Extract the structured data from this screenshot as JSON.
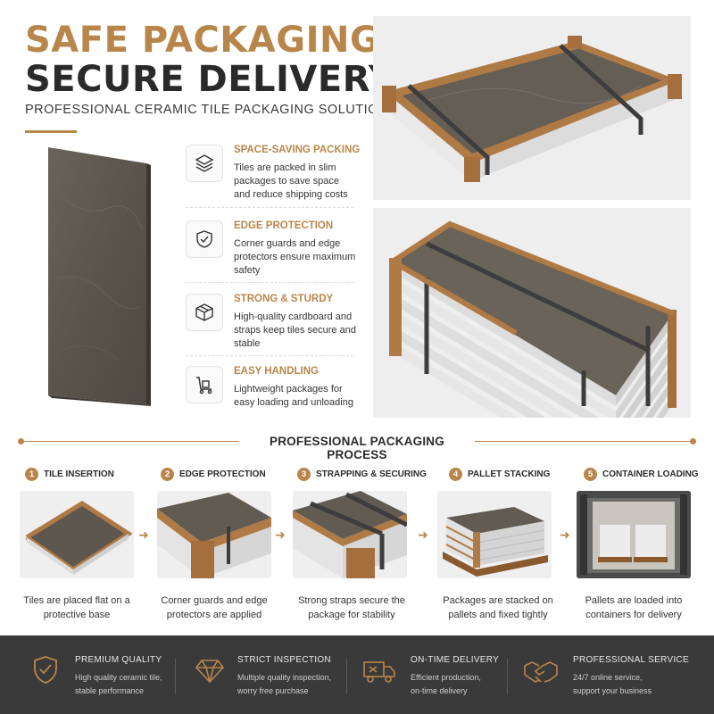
{
  "hero": {
    "title_line1": "SAFE PACKAGING",
    "title_line2": "SECURE DELIVERY",
    "subtitle": "PROFESSIONAL CERAMIC TILE PACKAGING SOLUTIONS"
  },
  "features": [
    {
      "icon": "layers-icon",
      "title": "SPACE-SAVING PACKING",
      "text": "Tiles are packed in slim packages to save space and reduce shipping costs"
    },
    {
      "icon": "shield-check-icon",
      "title": "EDGE PROTECTION",
      "text": "Corner guards and edge protectors ensure maximum safety"
    },
    {
      "icon": "box-icon",
      "title": "STRONG & STURDY",
      "text": "High-quality cardboard and straps keep tiles secure and stable"
    },
    {
      "icon": "hand-truck-icon",
      "title": "EASY HANDLING",
      "text": "Lightweight packages for easy loading and unloading"
    }
  ],
  "process": {
    "title": "PROFESSIONAL PACKAGING PROCESS",
    "steps": [
      {
        "num": "1",
        "label": "TILE INSERTION",
        "text": "Tiles are placed flat on a protective base"
      },
      {
        "num": "2",
        "label": "EDGE PROTECTION",
        "text": "Corner guards and edge protectors are applied"
      },
      {
        "num": "3",
        "label": "STRAPPING & SECURING",
        "text": "Strong straps secure the package for stability"
      },
      {
        "num": "4",
        "label": "PALLET STACKING",
        "text": "Packages are stacked on pallets and fixed tightly"
      },
      {
        "num": "5",
        "label": "CONTAINER LOADING",
        "text": "Pallets are loaded into containers for delivery"
      }
    ]
  },
  "footer": [
    {
      "icon": "shield-check-icon",
      "title": "PREMIUM QUALITY",
      "line1": "High quality ceramic tile,",
      "line2": "stable performance"
    },
    {
      "icon": "diamond-icon",
      "title": "STRICT INSPECTION",
      "line1": "Multiple quality inspection,",
      "line2": "worry free purchase"
    },
    {
      "icon": "delivery-truck-icon",
      "title": "ON-TIME DELIVERY",
      "line1": "Efficient production,",
      "line2": "on-time delivery"
    },
    {
      "icon": "handshake-icon",
      "title": "PROFESSIONAL SERVICE",
      "line1": "24/7 online service,",
      "line2": "support your business"
    }
  ],
  "colors": {
    "accent": "#b8864b",
    "dark": "#2a2a2a",
    "footer_bg": "#3a3a3a",
    "tile": "#5e574f",
    "cardboard": "#b07a45",
    "strap": "#3d3d3d"
  }
}
